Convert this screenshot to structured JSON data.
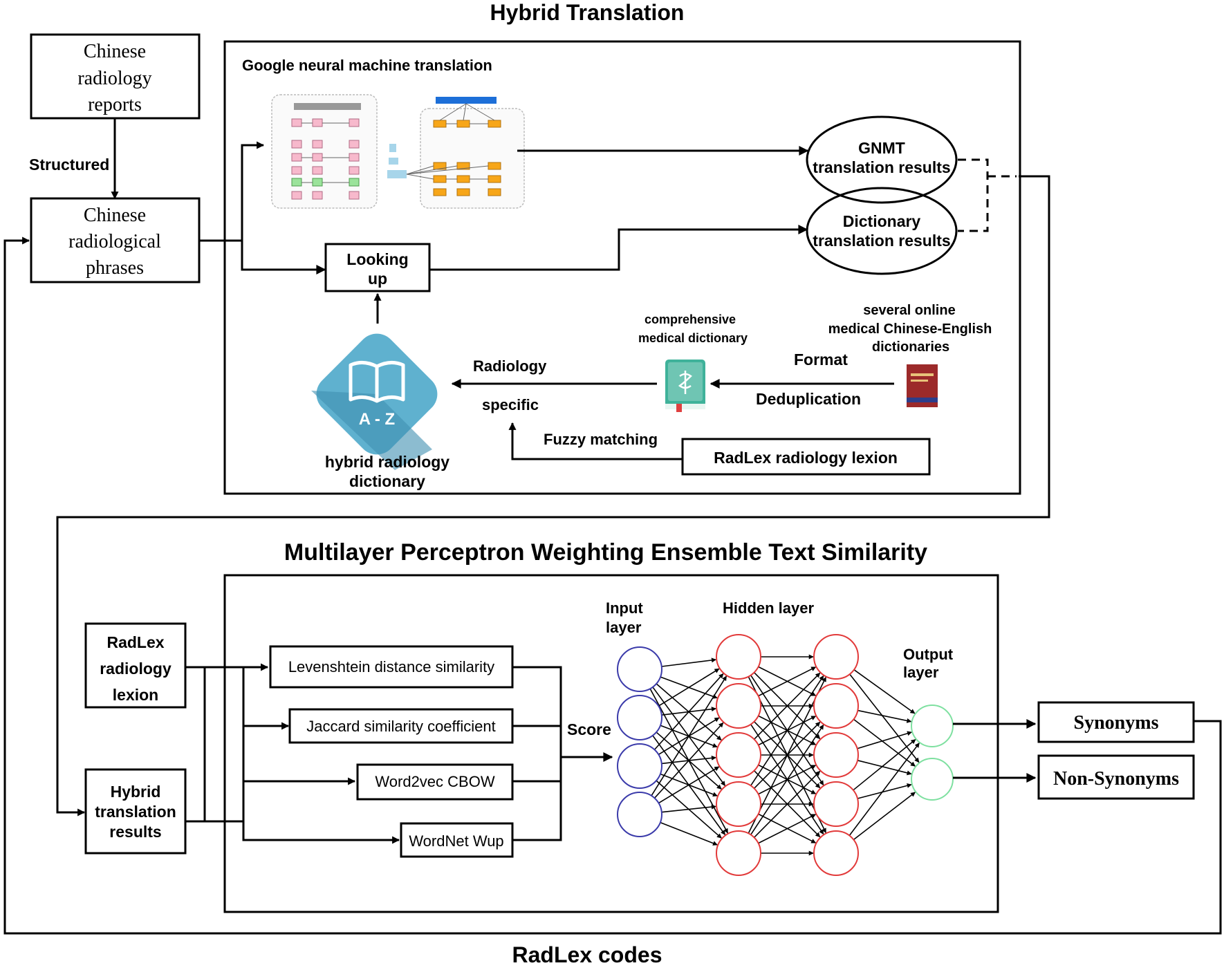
{
  "titles": {
    "hybrid_translation": "Hybrid Translation",
    "mlp_ensemble": "Multilayer Perceptron Weighting Ensemble Text Similarity",
    "radlex_codes": "RadLex codes"
  },
  "boxes": {
    "chinese_reports": [
      "Chinese",
      "radiology",
      "reports"
    ],
    "chinese_phrases": [
      "Chinese",
      "radiological",
      "phrases"
    ],
    "looking_up": [
      "Looking",
      "up"
    ],
    "radlex_lexion_top": "RadLex radiology lexion",
    "radlex_lexion_left": [
      "RadLex",
      "radiology",
      "lexion"
    ],
    "hybrid_results": [
      "Hybrid",
      "translation",
      "results"
    ],
    "synonyms": "Synonyms",
    "non_synonyms": "Non-Synonyms"
  },
  "similarity_boxes": [
    "Levenshtein distance similarity",
    "Jaccard similarity coefficient",
    "Word2vec CBOW",
    "WordNet Wup"
  ],
  "labels": {
    "structured": "Structured",
    "gnmt": "Google neural machine translation",
    "gnmt_results": [
      "GNMT",
      "translation results"
    ],
    "dict_results": [
      "Dictionary",
      "translation results"
    ],
    "comprehensive": [
      "comprehensive",
      "medical dictionary"
    ],
    "online": [
      "several online",
      "medical  Chinese-English",
      "dictionaries"
    ],
    "format": "Format",
    "deduplication": "Deduplication",
    "radiology": "Radiology",
    "specific": "specific",
    "fuzzy": "Fuzzy matching",
    "hybrid_dict": [
      "hybrid radiology",
      "dictionary"
    ],
    "az": "A - Z",
    "score": "Score",
    "input_layer": [
      "Input",
      "layer"
    ],
    "hidden_layer": "Hidden layer",
    "output_layer": [
      "Output",
      "layer"
    ]
  },
  "network": {
    "input_nodes": 4,
    "hidden_layers": 2,
    "hidden_nodes": 5,
    "output_nodes": 2,
    "input_color": "#3b3baa",
    "hidden_color": "#e23a3a",
    "output_color": "#7ee0a0"
  },
  "colors": {
    "icon_blue": "#5fb1cf",
    "icon_blue_dark": "#3f8fb0",
    "med_dict_green": "#3fb29a",
    "online_dict_red": "#9c2a2a"
  }
}
